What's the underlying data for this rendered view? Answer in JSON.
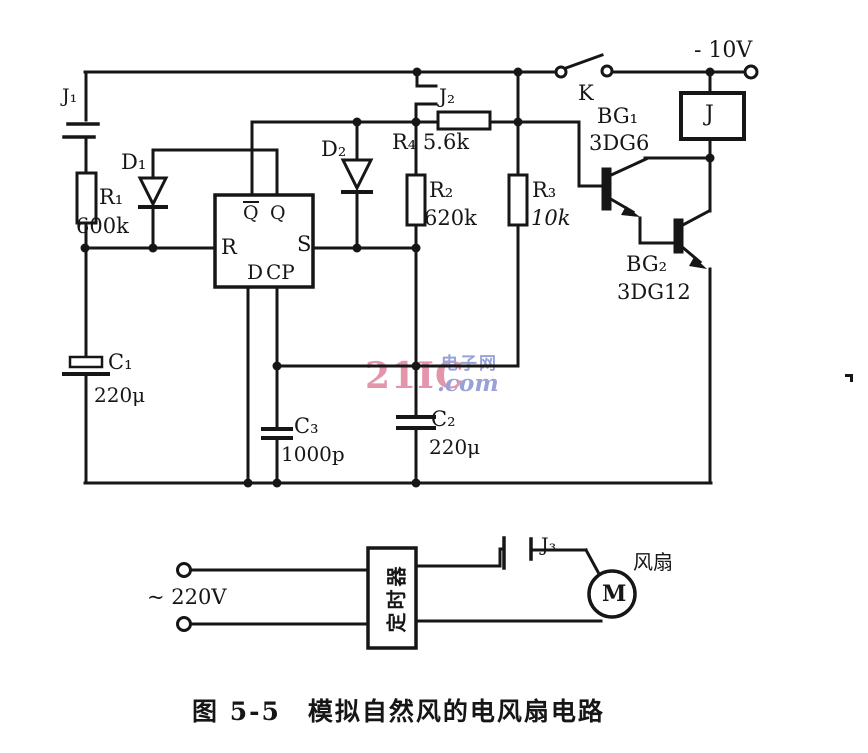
{
  "caption": "图 5-5　模拟自然风的电风扇电路",
  "power": {
    "dc_supply": "- 10V",
    "ac_supply": "~ 220V"
  },
  "components": {
    "relay_contacts": {
      "j1": "J₁",
      "j2": "J₂",
      "j3": "J₃"
    },
    "switch_k": "K",
    "relay_coil": "J",
    "resistors": [
      {
        "name": "R₁",
        "value": "600k"
      },
      {
        "name": "R₂",
        "value": "620k"
      },
      {
        "name": "R₃",
        "value": "10k"
      },
      {
        "name": "R₄",
        "value": "5.6k"
      }
    ],
    "capacitors": [
      {
        "name": "C₁",
        "value": "220μ"
      },
      {
        "name": "C₂",
        "value": "220μ"
      },
      {
        "name": "C₃",
        "value": "1000p"
      }
    ],
    "diodes": [
      {
        "name": "D₁"
      },
      {
        "name": "D₂"
      }
    ],
    "transistors": [
      {
        "name": "BG₁",
        "model": "3DG6"
      },
      {
        "name": "BG₂",
        "model": "3DG12"
      }
    ],
    "flip_flop": {
      "q_bar": "Q",
      "q": "Q",
      "r": "R",
      "s": "S",
      "d": "D",
      "cp": "CP"
    },
    "timer": "定时器",
    "motor": "M",
    "fan_label": "风扇"
  },
  "watermark": {
    "brand": "21IC",
    "site": "电子网",
    "domain": ".com",
    "brand_color": "#e395ab",
    "accent_color": "#98a2d8"
  }
}
